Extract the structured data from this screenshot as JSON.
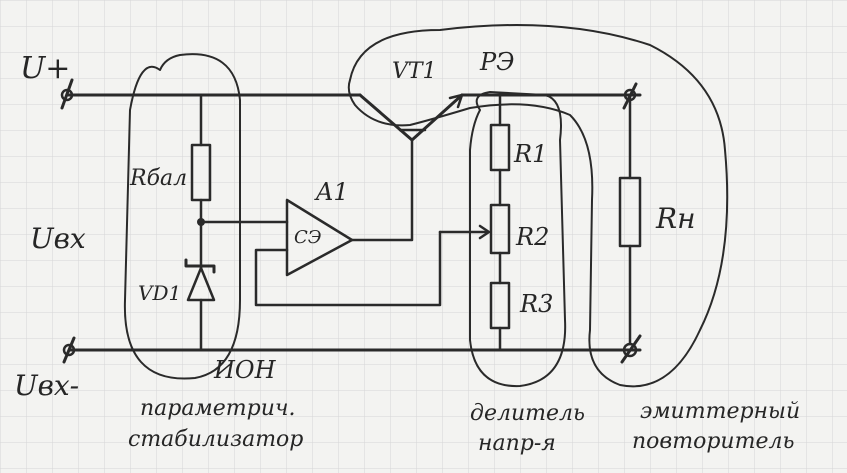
{
  "labels": {
    "u_plus": "U+",
    "u_in": "Uвх",
    "u_in_minus": "Uвх-",
    "r_bal": "Rбал",
    "vd1": "VD1",
    "a1": "A1",
    "ce": "СЭ",
    "vt1": "VT1",
    "re": "РЭ",
    "r1": "R1",
    "r2": "R2",
    "r3": "R3",
    "r_load": "Rн"
  },
  "captions": {
    "ion_line1": "ИОН",
    "ion_line2": "параметрич.",
    "ion_line3": "стабилизатор",
    "divider_line1": "делитель",
    "divider_line2": "напр-я",
    "follower_line1": "эмиттерный",
    "follower_line2": "повторитель"
  },
  "colors": {
    "paper": "#f3f3f1",
    "grid": "#d6d6d6",
    "ink": "#2a2a2a"
  }
}
